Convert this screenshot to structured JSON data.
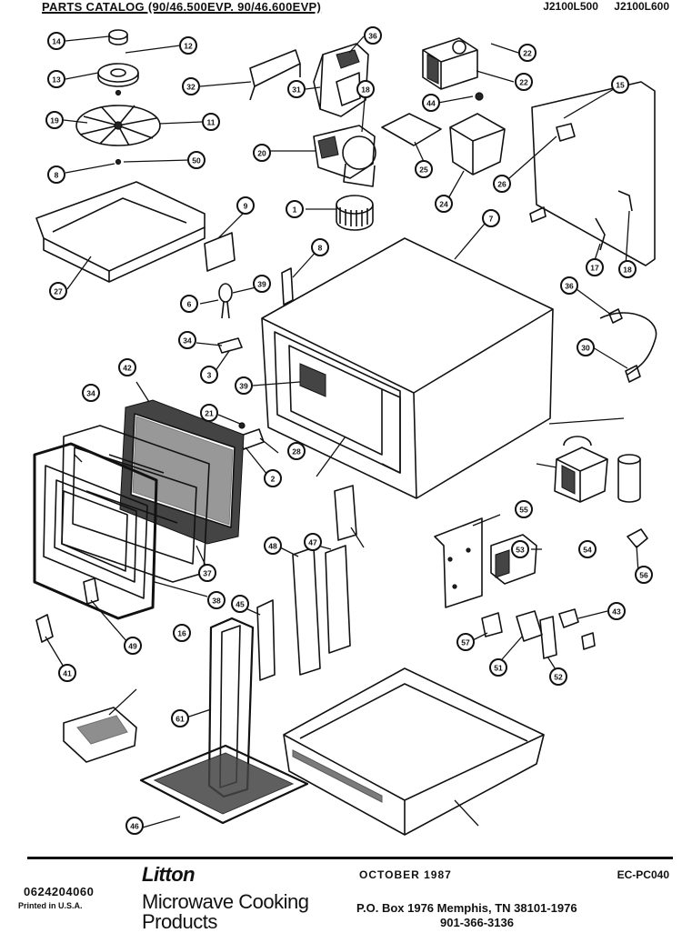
{
  "header": {
    "title": "PARTS CATALOG (90/46.500EVP. 90/46.600EVP)",
    "model_a": "J2100L500",
    "model_b": "J2100L600"
  },
  "callouts": [
    "14",
    "12",
    "13",
    "19",
    "11",
    "8",
    "50",
    "36",
    "31",
    "18",
    "32",
    "15",
    "22",
    "22",
    "44",
    "25",
    "24",
    "26",
    "20",
    "1",
    "7",
    "9",
    "6",
    "8",
    "27",
    "39",
    "18",
    "17",
    "36",
    "30",
    "34",
    "3",
    "39",
    "42",
    "34",
    "21",
    "28",
    "2",
    "37",
    "38",
    "16",
    "55",
    "48",
    "47",
    "53",
    "54",
    "56",
    "45",
    "49",
    "41",
    "52",
    "51",
    "57",
    "43",
    "61",
    "46"
  ],
  "footer": {
    "brand": "Litton",
    "date": "OCTOBER 1987",
    "doc_code": "EC-PC040",
    "part_number": "0624204060",
    "printed": "Printed in U.S.A.",
    "division_line1": "Microwave Cooking",
    "division_line2": "Products",
    "address": "P.O. Box 1976 Memphis, TN 38101-1976",
    "phone": "901-366-3136"
  }
}
